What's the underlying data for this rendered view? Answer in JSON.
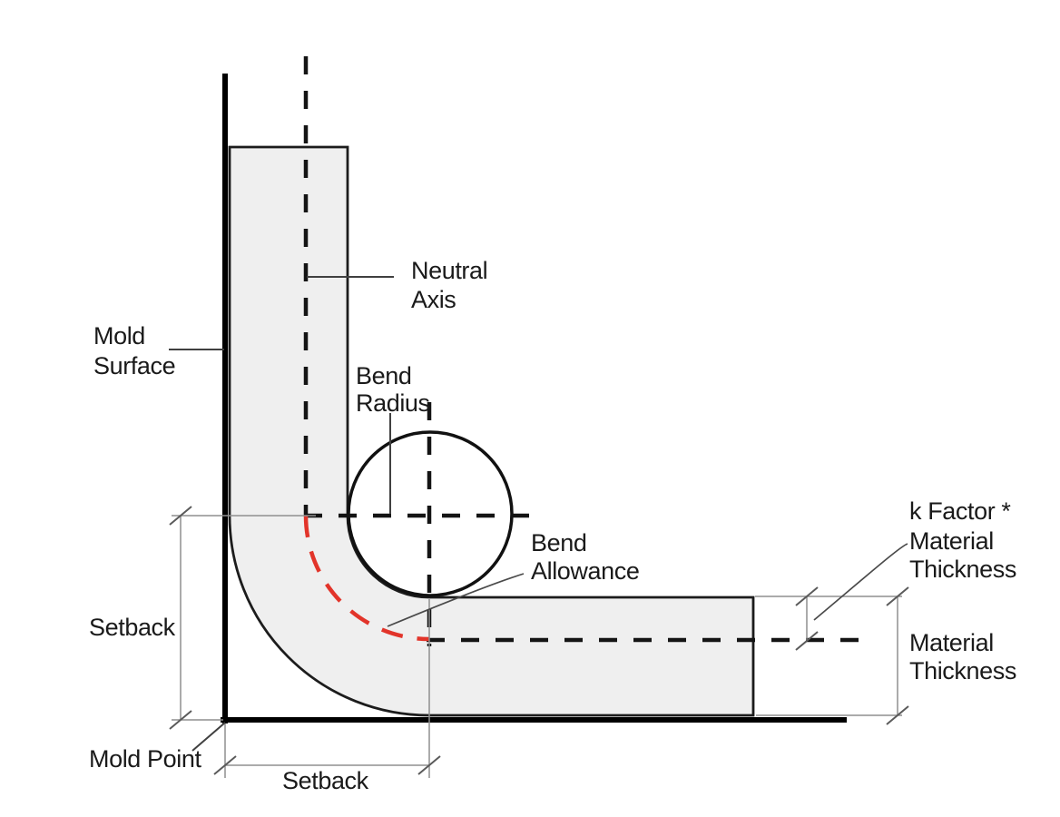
{
  "diagram": {
    "labels": {
      "neutral_axis": {
        "lines": [
          "Neutral",
          "Axis"
        ]
      },
      "mold_surface": {
        "lines": [
          "Mold",
          "Surface"
        ]
      },
      "bend_radius": {
        "lines": [
          "Bend",
          "Radius"
        ]
      },
      "bend_allowance": {
        "lines": [
          "Bend",
          "Allowance"
        ]
      },
      "setback_left": {
        "text": "Setback"
      },
      "setback_bottom": {
        "text": "Setback"
      },
      "mold_point": {
        "text": "Mold Point"
      },
      "k_factor_material_thickness": {
        "lines": [
          "k Factor *",
          "Material",
          "Thickness"
        ]
      },
      "material_thickness": {
        "lines": [
          "Material",
          "Thickness"
        ]
      }
    },
    "colors": {
      "background": "#ffffff",
      "sheet_fill": "#efefef",
      "sheet_outline": "#1c1c1c",
      "mold_line": "#000000",
      "centerline_black": "#141414",
      "neutral_axis_arc_red": "#e2342a",
      "dimension_line_gray": "#8f8f8f",
      "tick_gray": "#5a5a5a",
      "leader_line": "#404040",
      "label_text": "#1a1a1a"
    }
  }
}
